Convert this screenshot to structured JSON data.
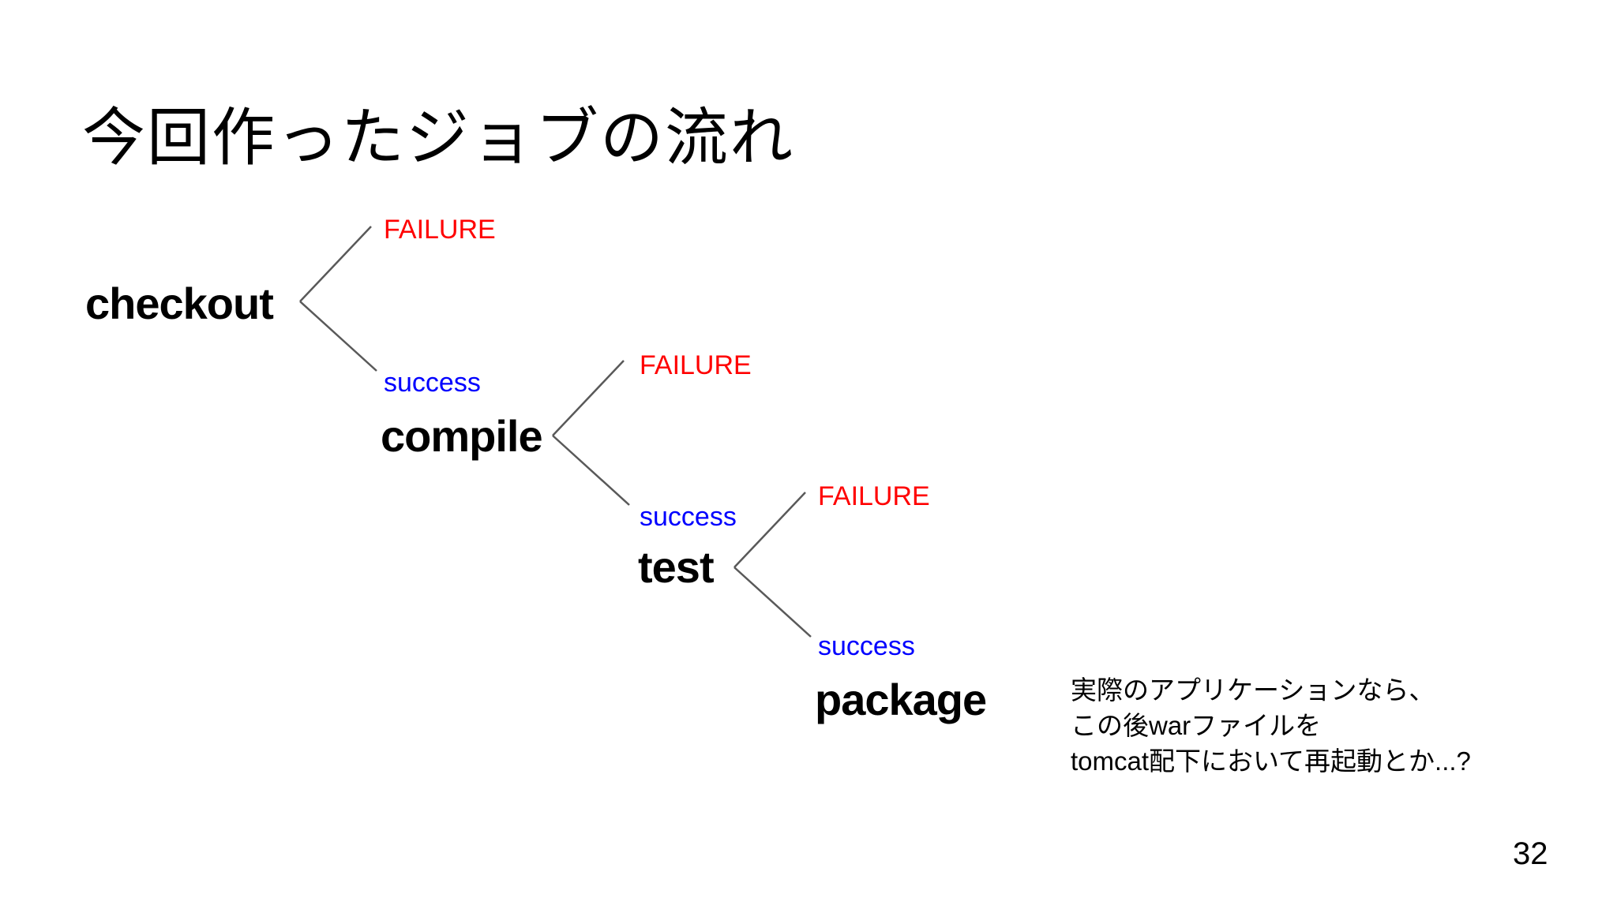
{
  "slide": {
    "title": "今回作ったジョブの流れ",
    "page_number": "32",
    "background": "#ffffff"
  },
  "colors": {
    "failure_text": "#ff0000",
    "success_text": "#0000ff",
    "stage_text": "#000000",
    "branch_line": "#595959"
  },
  "flow": {
    "stages": [
      {
        "name": "checkout",
        "failure": "FAILURE",
        "success": "success"
      },
      {
        "name": "compile",
        "failure": "FAILURE",
        "success": "success"
      },
      {
        "name": "test",
        "failure": "FAILURE",
        "success": "success"
      },
      {
        "name": "package"
      }
    ],
    "annotation": {
      "line1": "実際のアプリケーションなら、",
      "line2": "この後warファイルを",
      "line3": "tomcat配下において再起動とか...?"
    }
  }
}
